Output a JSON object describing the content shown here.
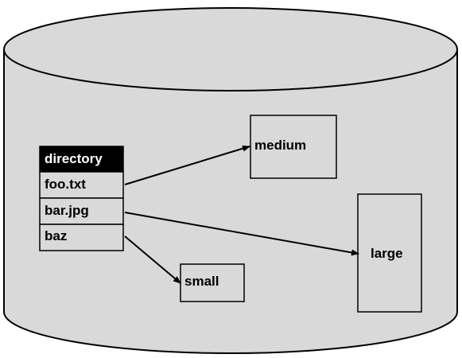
{
  "diagram": {
    "directory": {
      "header": "directory",
      "entries": [
        "foo.txt",
        "bar.jpg",
        "baz"
      ]
    },
    "blocks": {
      "medium": "medium",
      "large": "large",
      "small": "small"
    },
    "links": [
      {
        "from": "foo.txt",
        "to": "medium"
      },
      {
        "from": "bar.jpg",
        "to": "large"
      },
      {
        "from": "baz",
        "to": "small"
      }
    ]
  },
  "colors": {
    "disk_fill": "#d9d9d9",
    "outline": "#000000",
    "box_fill": "#d9d9d9",
    "header_fill": "#000000",
    "header_text": "#ffffff"
  }
}
